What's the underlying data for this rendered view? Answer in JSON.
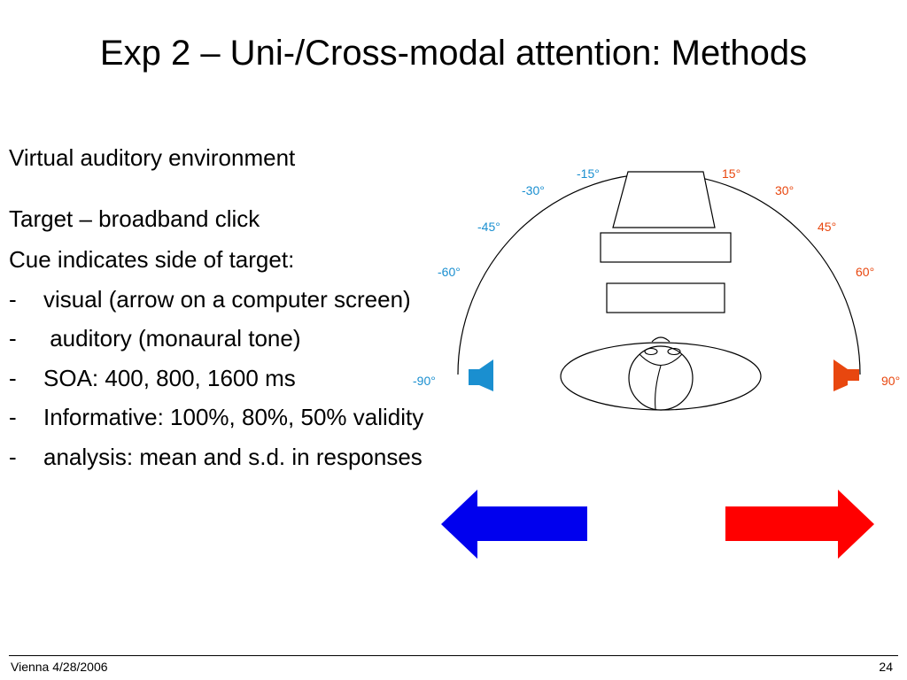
{
  "slide": {
    "title": "Exp 2 – Uni-/Cross-modal attention: Methods",
    "intro": "Virtual auditory environment",
    "target": "Target – broadband click",
    "cue": "Cue indicates side of target:",
    "bullets": [
      {
        "dash": "-",
        "text": "visual (arrow on a computer screen)"
      },
      {
        "dash": "-",
        "text": " auditory (monaural tone)"
      },
      {
        "dash": "-",
        "text": "SOA: 400, 800, 1600 ms"
      },
      {
        "dash": "-",
        "text": "Informative: 100%, 80%, 50% validity"
      },
      {
        "dash": "-",
        "text": "analysis: mean and s.d. in responses"
      }
    ]
  },
  "diagram": {
    "left_angles": [
      "-15°",
      "-30°",
      "-45°",
      "-60°",
      "-90°"
    ],
    "right_angles": [
      "15°",
      "30°",
      "45°",
      "60°",
      "90°"
    ],
    "left_color": "#1a8fd0",
    "right_color": "#e8470f"
  },
  "cue_arrows": {
    "left_color": "#0000ee",
    "right_color": "#ff0000"
  },
  "footer": {
    "left": "Vienna 4/28/2006",
    "right": "24"
  }
}
